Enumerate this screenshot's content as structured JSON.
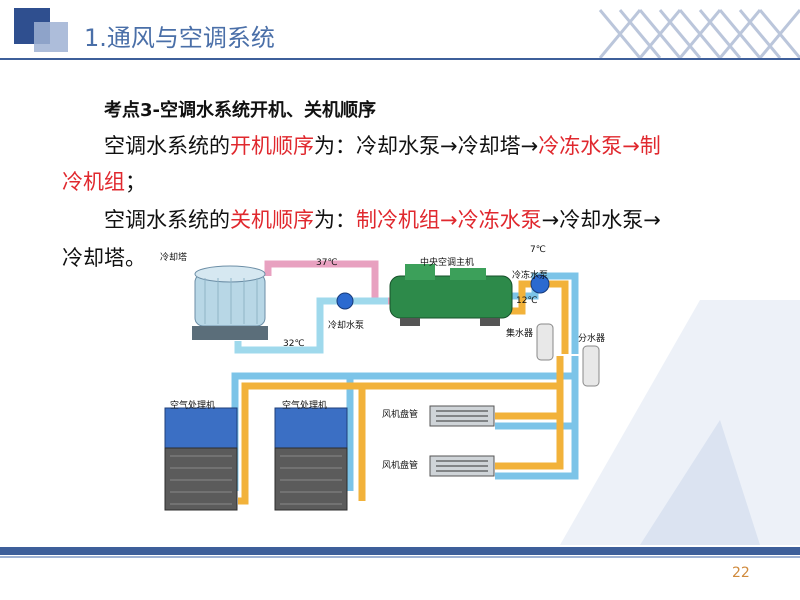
{
  "slide": {
    "title": "1.通风与空调系统",
    "heading": "考点3-空调水系统开机、关机顺序",
    "startup": {
      "p1": "空调水系统的",
      "p2": "开机顺序",
      "p3": "为：冷却水泵→冷却塔→",
      "p4": "冷冻水泵→制",
      "p5": "冷机组",
      "p6": "；"
    },
    "shutdown": {
      "p1": "空调水系统的",
      "p2": "关机顺序",
      "p3": "为：",
      "p4": "制冷机组→冷冻水泵",
      "p5": "→冷却水泵→",
      "p6": "冷却塔。"
    },
    "page_number": "22"
  },
  "diagram": {
    "cooling_tower": "冷却塔",
    "temp_37": "37℃",
    "temp_32": "32℃",
    "chiller": "中央空调主机",
    "cooling_pump": "冷却水泵",
    "chilled_pump": "冷冻水泵",
    "temp_7": "7℃",
    "temp_12": "12℃",
    "collector": "集水器",
    "distributor": "分水器",
    "ahu1": "空气处理机",
    "ahu2": "空气处理机",
    "fcu1": "风机盘管",
    "fcu2": "风机盘管"
  },
  "colors": {
    "accent_blue": "#3e5f9a",
    "highlight_red": "#e0282e",
    "hot_pipe": "#e8a1c0",
    "cold_pipe": "#9fd9ec",
    "supply_pipe": "#f2b23a",
    "return_pipe": "#7cc4e8"
  }
}
